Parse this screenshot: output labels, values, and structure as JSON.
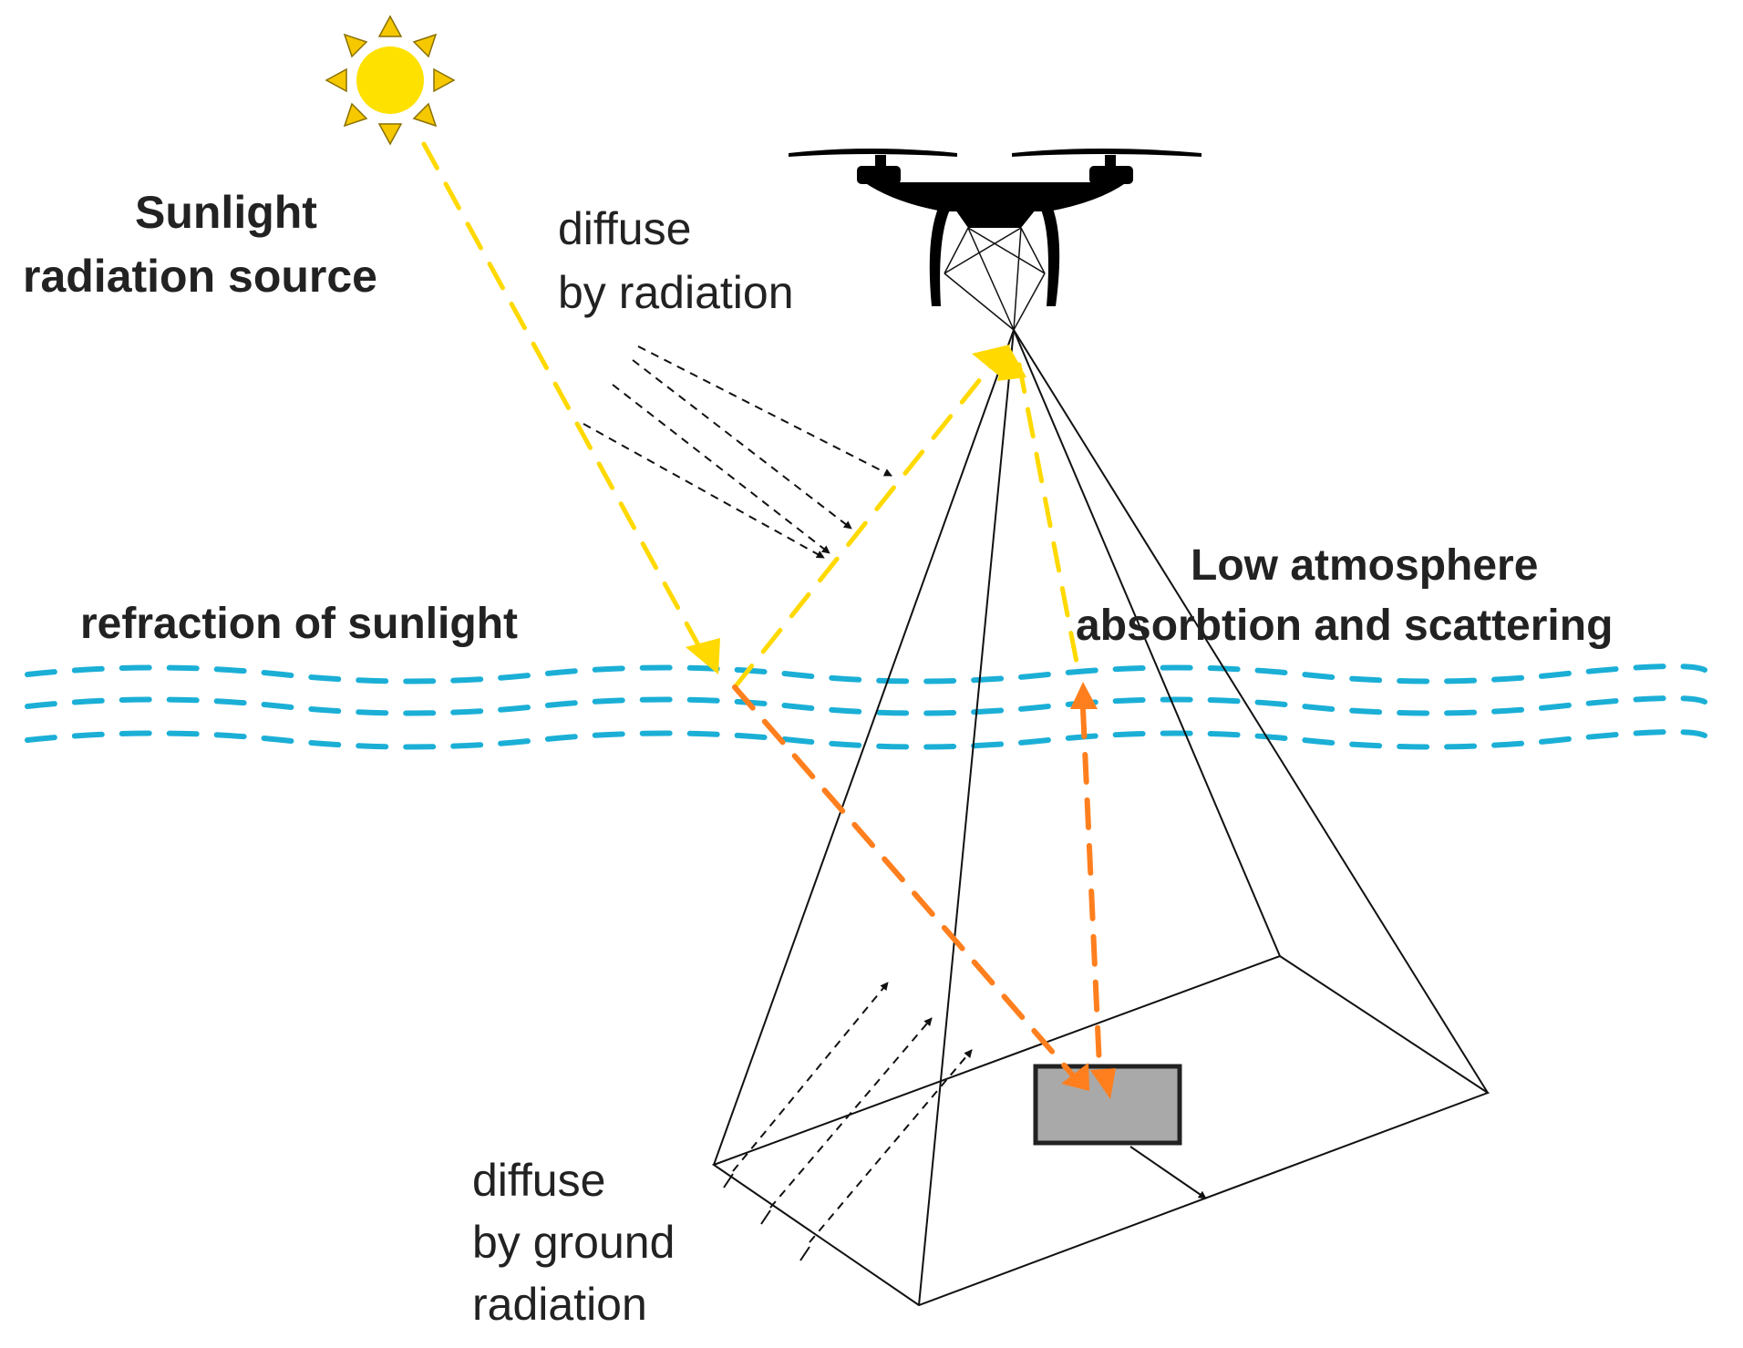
{
  "labels": {
    "sunlight_source_line1": "Sunlight",
    "sunlight_source_line2": "radiation source",
    "diffuse_radiation_line1": "diffuse",
    "diffuse_radiation_line2": "by radiation",
    "refraction": "refraction of sunlight",
    "low_atmosphere_line1": "Low atmosphere",
    "low_atmosphere_line2": "absorbtion and scattering",
    "diffuse_ground_line1": "diffuse",
    "diffuse_ground_line2": "by ground",
    "diffuse_ground_line3": "radiation"
  },
  "colors": {
    "sun_fill": "#FFE100",
    "sun_rays": "#F5C800",
    "sun_outline": "#8A7000",
    "yellow_path": "#FFD900",
    "orange_path": "#FF7F1E",
    "water": "#1BAFD6",
    "lines": "#111111",
    "target_fill": "#A9A9A9",
    "drone": "#000000"
  },
  "icons": {
    "sun": "sun-icon",
    "drone": "drone-icon"
  }
}
